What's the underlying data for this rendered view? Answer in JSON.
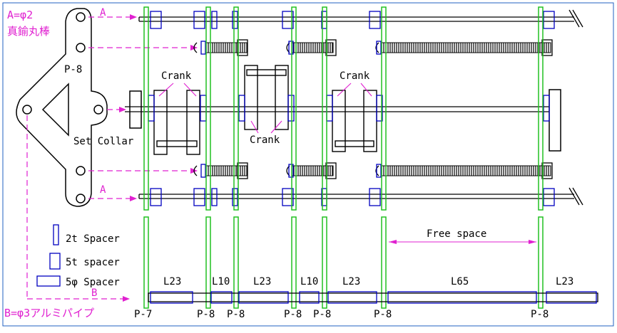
{
  "labels": {
    "a_def": "A=φ2",
    "a_mat": "真鍮丸棒",
    "b_def": "B=φ3アルミパイプ",
    "a_top": "A",
    "a_bottom": "A",
    "b_mark": "B",
    "plate_p8": "P-8",
    "set_collar": "Set Collar",
    "crank1": "Crank",
    "crank2": "Crank",
    "crank3": "Crank",
    "free_space": "Free space"
  },
  "legend": [
    {
      "label": "2t Spacer"
    },
    {
      "label": "5t spacer"
    },
    {
      "label": "5φ Spacer"
    }
  ],
  "segments": [
    "L23",
    "L10",
    "L23",
    "L10",
    "L23",
    "L65",
    "L23"
  ],
  "plates": [
    "P-7",
    "P-8",
    "P-8",
    "P-8",
    "P-8",
    "P-8",
    "P-8"
  ],
  "colors": {
    "outline": "#000000",
    "plate": "#20c020",
    "spacer": "#0000c0",
    "annotation": "#e020d0",
    "frame": "#2060c0"
  }
}
